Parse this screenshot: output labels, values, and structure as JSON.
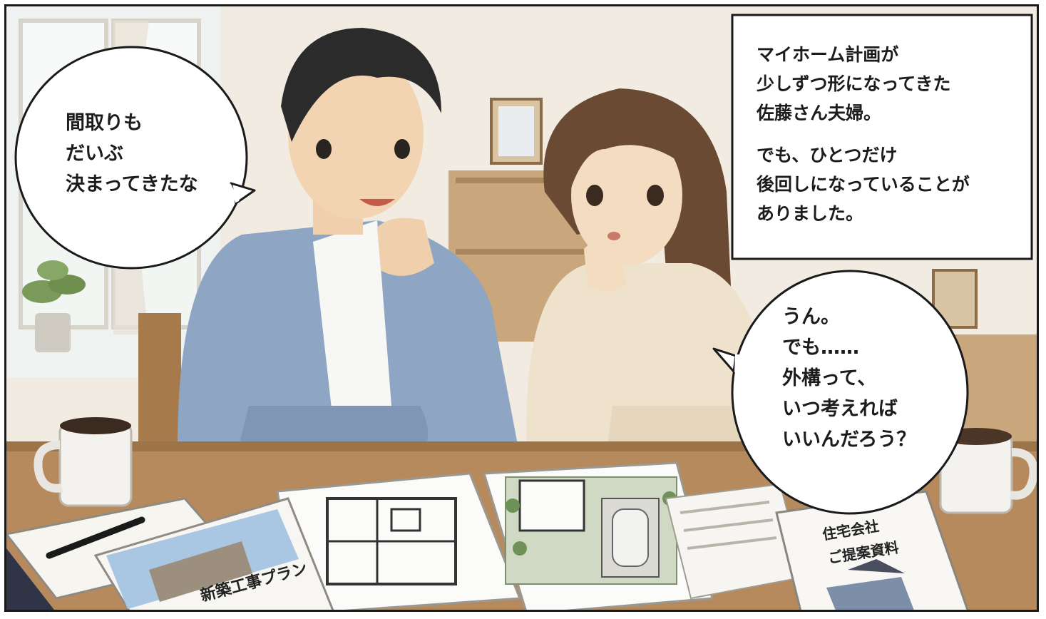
{
  "speech_left": {
    "lines": [
      "間取りも",
      "だいぶ",
      "決まってきたな"
    ]
  },
  "narration": {
    "paragraph1": [
      "マイホーム計画が",
      "少しずつ形になってきた",
      "佐藤さん夫婦。"
    ],
    "paragraph2": [
      "でも、ひとつだけ",
      "後回しになっていることが",
      "ありました。"
    ]
  },
  "speech_right": {
    "lines": [
      "うん。",
      "でも……",
      "外構って、",
      "いつ考えれば",
      "いいんだろう？"
    ]
  },
  "documents": {
    "brochure_title": "新築工事プラン",
    "proposal_title_line1": "住宅会社",
    "proposal_title_line2": "ご提案資料"
  },
  "colors": {
    "wall": "#f1ebe2",
    "table": "#b68a5c",
    "man_shirt": "#8fa5c4",
    "woman_sweater": "#efe2cd",
    "panel_border": "#1a1a1a"
  }
}
